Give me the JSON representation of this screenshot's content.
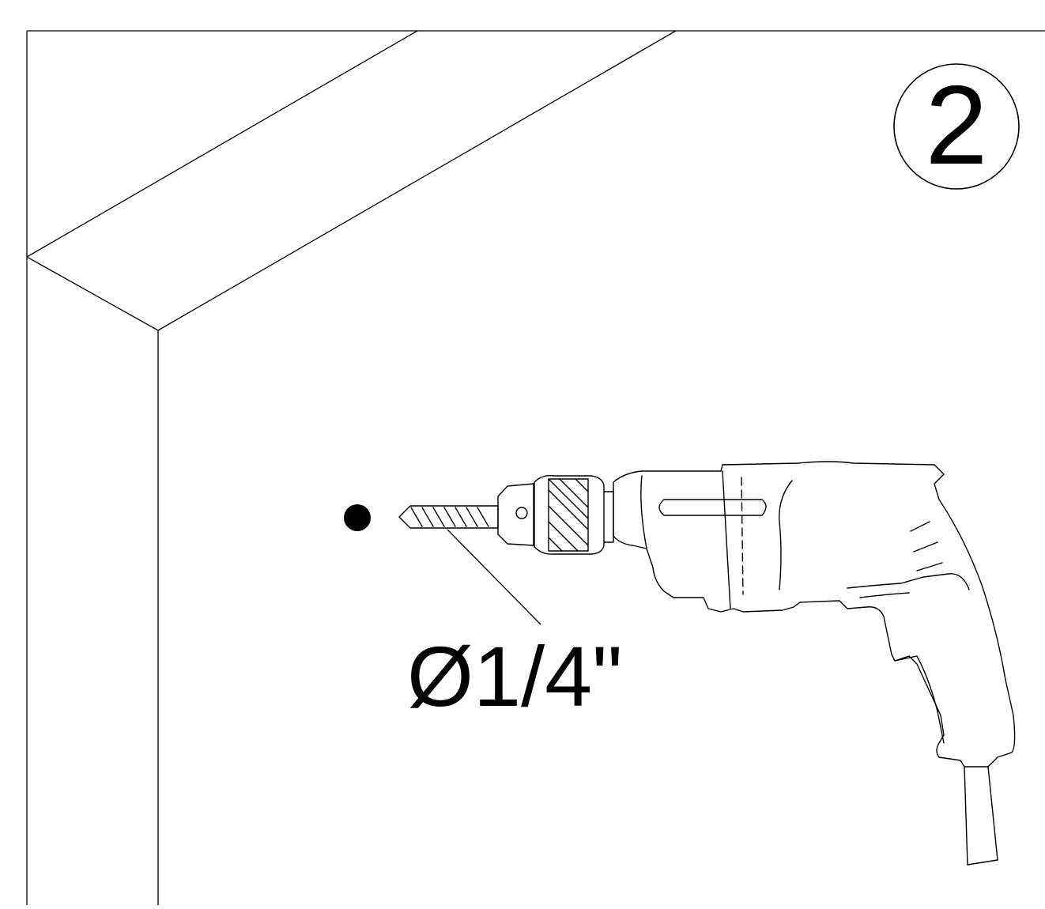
{
  "step": {
    "number": "2"
  },
  "annotation": {
    "drill_bit_size": "Ø1/4\""
  },
  "colors": {
    "line": "#000000",
    "background": "#ffffff"
  },
  "icons": {
    "drill": "power-drill-icon",
    "hole": "hole-marker-icon",
    "step_circle": "step-number-circle"
  }
}
